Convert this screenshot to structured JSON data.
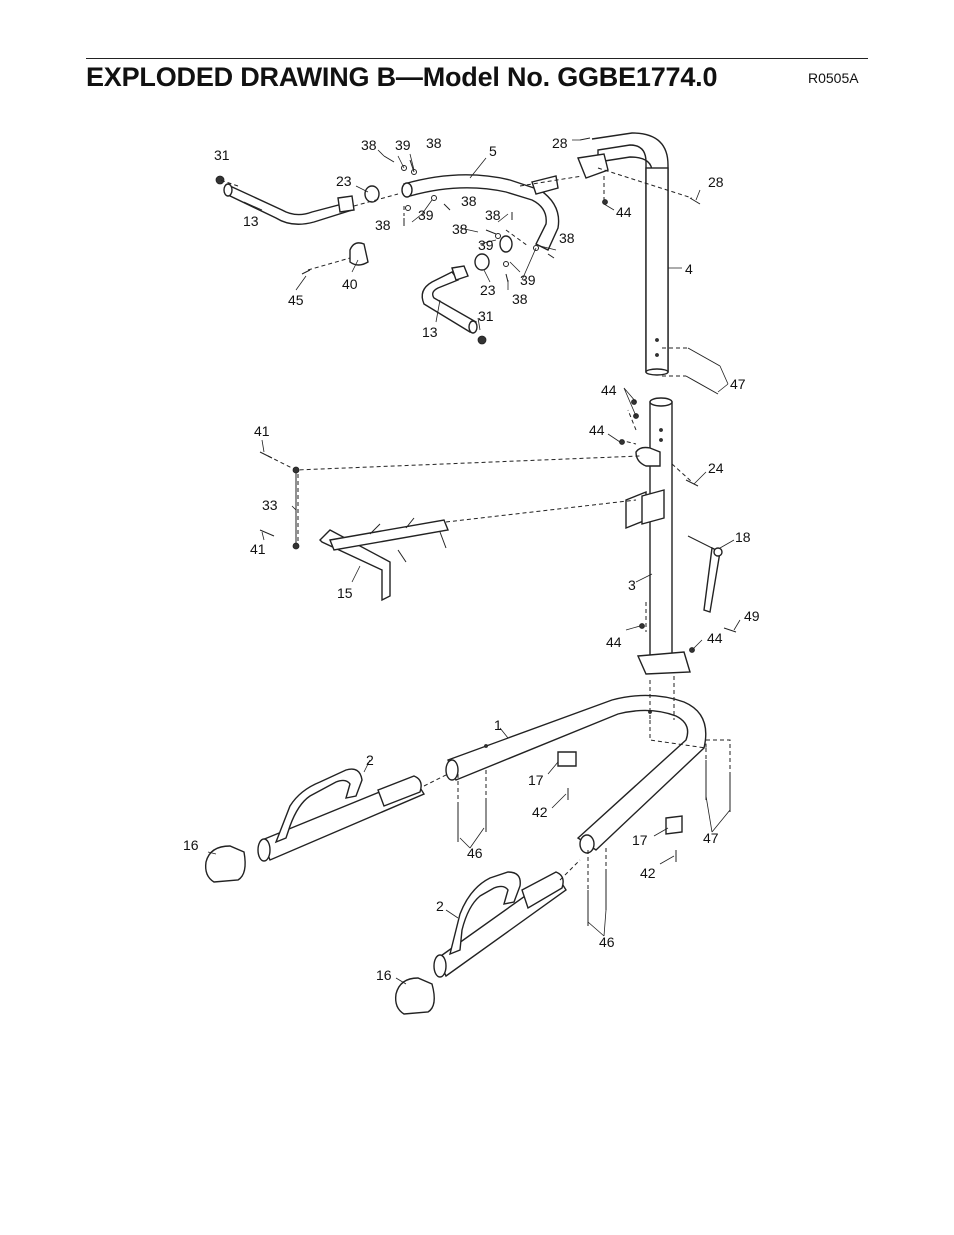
{
  "header": {
    "title": "EXPLODED DRAWING B—Model No. GGBE1774.0",
    "drawing_code": "R0505A"
  },
  "callouts": [
    {
      "id": "c31a",
      "text": "31"
    },
    {
      "id": "c13a",
      "text": "13"
    },
    {
      "id": "c23a",
      "text": "23"
    },
    {
      "id": "c38a",
      "text": "38"
    },
    {
      "id": "c39a",
      "text": "39"
    },
    {
      "id": "c38b",
      "text": "38"
    },
    {
      "id": "c5",
      "text": "5"
    },
    {
      "id": "c28a",
      "text": "28"
    },
    {
      "id": "c28b",
      "text": "28"
    },
    {
      "id": "c44a",
      "text": "44"
    },
    {
      "id": "c38c",
      "text": "38"
    },
    {
      "id": "c39b",
      "text": "39"
    },
    {
      "id": "c38d",
      "text": "38"
    },
    {
      "id": "c38e",
      "text": "38"
    },
    {
      "id": "c38f",
      "text": "38"
    },
    {
      "id": "c39c",
      "text": "39"
    },
    {
      "id": "c38g",
      "text": "38"
    },
    {
      "id": "c40",
      "text": "40"
    },
    {
      "id": "c45",
      "text": "45"
    },
    {
      "id": "c23b",
      "text": "23"
    },
    {
      "id": "c39d",
      "text": "39"
    },
    {
      "id": "c38h",
      "text": "38"
    },
    {
      "id": "c31b",
      "text": "31"
    },
    {
      "id": "c13b",
      "text": "13"
    },
    {
      "id": "c4",
      "text": "4"
    },
    {
      "id": "c47a",
      "text": "47"
    },
    {
      "id": "c44b",
      "text": "44"
    },
    {
      "id": "c44c",
      "text": "44"
    },
    {
      "id": "c41a",
      "text": "41"
    },
    {
      "id": "c24",
      "text": "24"
    },
    {
      "id": "c33",
      "text": "33"
    },
    {
      "id": "c41b",
      "text": "41"
    },
    {
      "id": "c18",
      "text": "18"
    },
    {
      "id": "c3",
      "text": "3"
    },
    {
      "id": "c15",
      "text": "15"
    },
    {
      "id": "c49",
      "text": "49"
    },
    {
      "id": "c44d",
      "text": "44"
    },
    {
      "id": "c44e",
      "text": "44"
    },
    {
      "id": "c1",
      "text": "1"
    },
    {
      "id": "c2a",
      "text": "2"
    },
    {
      "id": "c17a",
      "text": "17"
    },
    {
      "id": "c42a",
      "text": "42"
    },
    {
      "id": "c16a",
      "text": "16"
    },
    {
      "id": "c46a",
      "text": "46"
    },
    {
      "id": "c17b",
      "text": "17"
    },
    {
      "id": "c47b",
      "text": "47"
    },
    {
      "id": "c42b",
      "text": "42"
    },
    {
      "id": "c2b",
      "text": "2"
    },
    {
      "id": "c46b",
      "text": "46"
    },
    {
      "id": "c16b",
      "text": "16"
    }
  ]
}
